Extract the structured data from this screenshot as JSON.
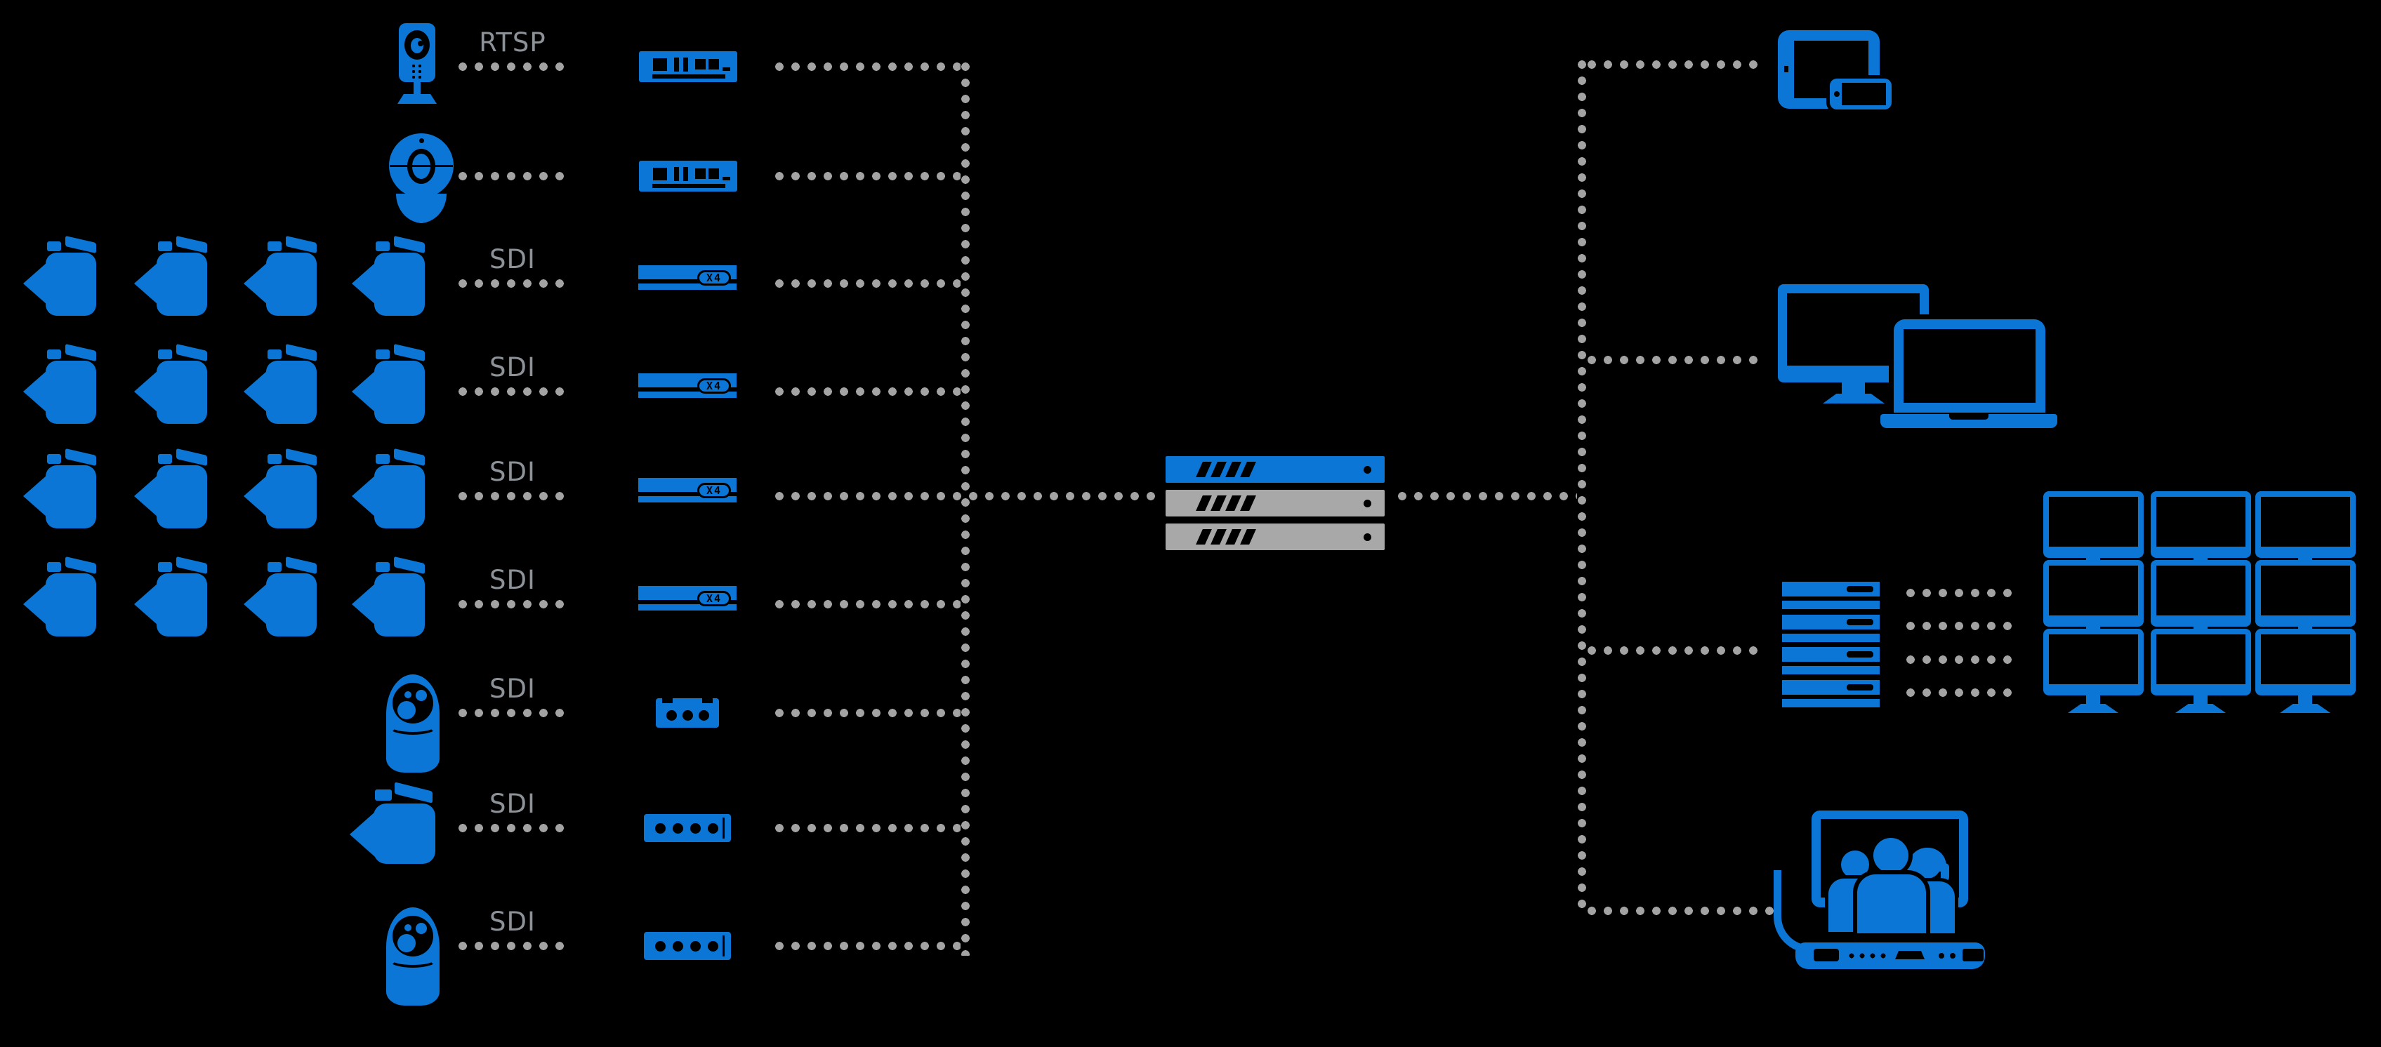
{
  "colors": {
    "background": "#000000",
    "accent_blue": "#0b76d6",
    "device_gray": "#a8a8a8",
    "dot_gray": "#a3a3a3",
    "label_gray": "#8d9298"
  },
  "rows": [
    {
      "source": "ip-camera",
      "protocol": "RTSP",
      "camera_count": 1,
      "encoder": "rack-encoder"
    },
    {
      "source": "webcam",
      "protocol": "",
      "camera_count": 1,
      "encoder": "rack-encoder"
    },
    {
      "source": "sdi-camera-group",
      "protocol": "SDI",
      "camera_count": 4,
      "encoder": "x4-encoder",
      "encoder_badge": "X4"
    },
    {
      "source": "sdi-camera-group",
      "protocol": "SDI",
      "camera_count": 4,
      "encoder": "x4-encoder",
      "encoder_badge": "X4"
    },
    {
      "source": "sdi-camera-group",
      "protocol": "SDI",
      "camera_count": 4,
      "encoder": "x4-encoder",
      "encoder_badge": "X4"
    },
    {
      "source": "sdi-camera-group",
      "protocol": "SDI",
      "camera_count": 4,
      "encoder": "x4-encoder",
      "encoder_badge": "X4"
    },
    {
      "source": "ptz-dome-camera",
      "protocol": "SDI",
      "camera_count": 1,
      "encoder": "capture-box-3-port"
    },
    {
      "source": "camcorder",
      "protocol": "SDI",
      "camera_count": 1,
      "encoder": "capture-box-4-port"
    },
    {
      "source": "ptz-dome-camera",
      "protocol": "SDI",
      "camera_count": 1,
      "encoder": "capture-box-4-port"
    }
  ],
  "server": {
    "rack_units": 3,
    "top_unit_color": "#0b76d6",
    "other_unit_color": "#a8a8a8"
  },
  "outputs": [
    {
      "device": "tablet-and-phone"
    },
    {
      "device": "desktop-and-laptop"
    },
    {
      "device": "decoder-stack-to-video-wall",
      "wall_grid": "3x3",
      "decoder_units": 4
    },
    {
      "device": "video-conference-system"
    }
  ]
}
